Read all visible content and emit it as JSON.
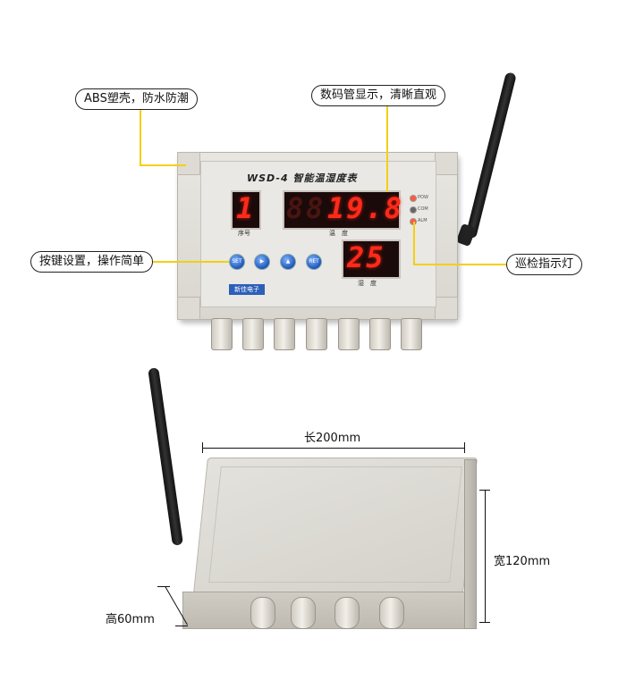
{
  "callouts": {
    "case": "ABS塑壳，防水防潮",
    "display": "数码管显示，清晰直观",
    "keys": "按键设置，操作简单",
    "indicator": "巡检指示灯"
  },
  "device": {
    "model_title": "WSD-4 智能温湿度表",
    "seq_value": "1",
    "seq_label": "序号",
    "temp_value": "19.8",
    "temp_label": "温　度",
    "humid_value": "25",
    "humid_label": "湿　度",
    "leds": [
      "POW",
      "COM",
      "ALM"
    ],
    "buttons": [
      "SET",
      "▶",
      "▲",
      "RET"
    ],
    "brand_plate": "新佳电子"
  },
  "dimensions": {
    "length": "长200mm",
    "width": "宽120mm",
    "height": "高60mm"
  },
  "colors": {
    "leader_line": "#f5cf10",
    "segment_red": "#ff2a1a",
    "case_gray": "#e3e1dc"
  }
}
